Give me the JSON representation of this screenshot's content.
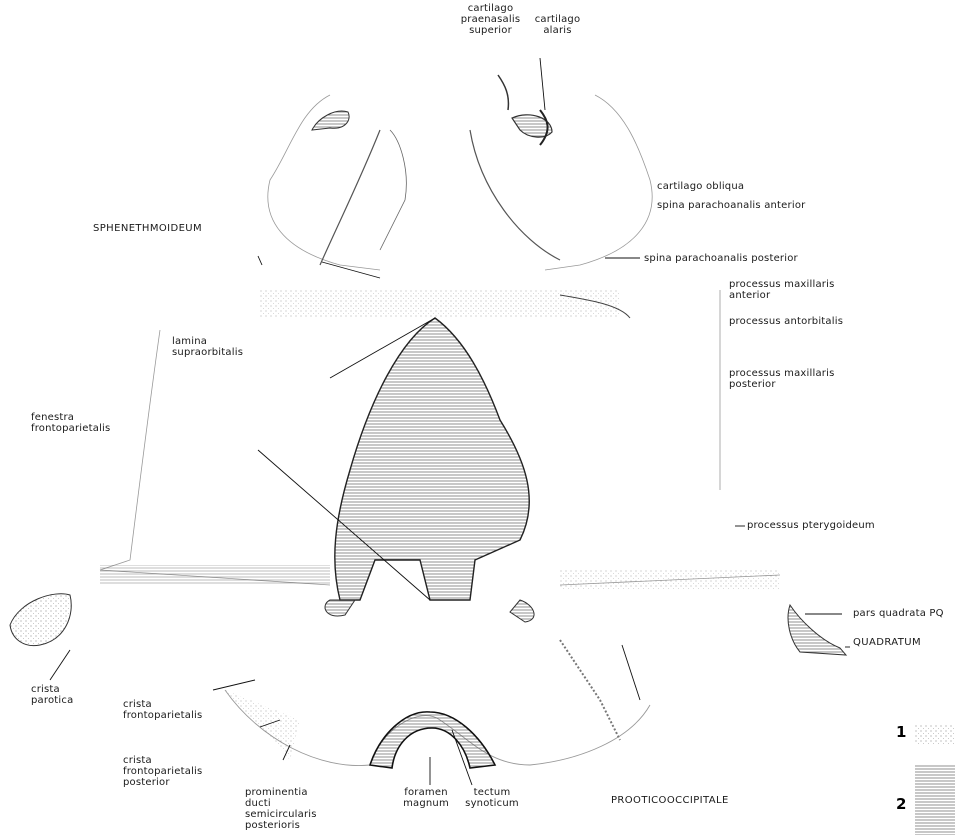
{
  "labels": {
    "cartilago_praenasalis_superior": [
      "cartilago",
      "praenasalis",
      "superior"
    ],
    "cartilago_alaris": [
      "cartilago",
      "alaris"
    ],
    "cartilago_obliqua": "cartilago obliqua",
    "spina_parachoanalis_anterior": "spina parachoanalis anterior",
    "sphenethmoideum": "SPHENETHMOIDEUM",
    "spina_parachoanalis_posterior": "spina parachoanalis posterior",
    "processus_maxillaris_anterior": [
      "processus maxillaris",
      "anterior"
    ],
    "processus_antorbitalis": "processus antorbitalis",
    "lamina_supraorbitalis": [
      "lamina",
      "supraorbitalis"
    ],
    "processus_maxillaris_posterior": [
      "processus maxillaris",
      "posterior"
    ],
    "fenestra_frontoparietalis": [
      "fenestra",
      "frontoparietalis"
    ],
    "processus_pterygoideum": "processus pterygoideum",
    "pars_quadrata_pq": "pars quadrata PQ",
    "quadratum": "QUADRATUM",
    "crista_parotica": [
      "crista",
      "parotica"
    ],
    "crista_frontoparietalis": [
      "crista",
      "frontoparietalis"
    ],
    "crista_frontoparietalis_posterior": [
      "crista",
      "frontoparietalis",
      "posterior"
    ],
    "prominentia": [
      "prominentia",
      "ducti",
      "semicircularis",
      "posterioris"
    ],
    "foramen_magnum": [
      "foramen",
      "magnum"
    ],
    "tectum_synoticum": [
      "tectum",
      "synoticum"
    ],
    "prooticooccipitale": "PROOTICOOCCIPITALE"
  },
  "key": {
    "item1": "1",
    "item2": "2"
  }
}
